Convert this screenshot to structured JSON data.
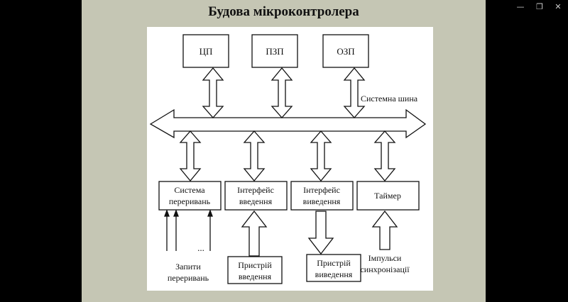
{
  "window": {
    "controls": [
      {
        "name": "minimize-icon",
        "glyph": "—"
      },
      {
        "name": "restore-icon",
        "glyph": "❐"
      },
      {
        "name": "close-icon",
        "glyph": "✕"
      }
    ]
  },
  "slide": {
    "title": "Будова мікроконтролера"
  },
  "diagram": {
    "top_blocks": [
      "ЦП",
      "ПЗП",
      "ОЗП"
    ],
    "bus_label": "Системна шина",
    "bottom_blocks": [
      {
        "line1": "Система",
        "line2": "переривань"
      },
      {
        "line1": "Інтерфейс",
        "line2": "введення"
      },
      {
        "line1": "Інтерфейс",
        "line2": "виведення"
      },
      {
        "line1": "Таймер",
        "line2": ""
      }
    ],
    "ellipsis": "...",
    "interrupt_requests": {
      "line1": "Запити",
      "line2": "переривань"
    },
    "input_device": {
      "line1": "Пристрій",
      "line2": "введення"
    },
    "output_device": {
      "line1": "Пристрій",
      "line2": "виведення"
    },
    "sync_pulses": {
      "line1": "Імпульси",
      "line2": "синхронізації"
    }
  }
}
